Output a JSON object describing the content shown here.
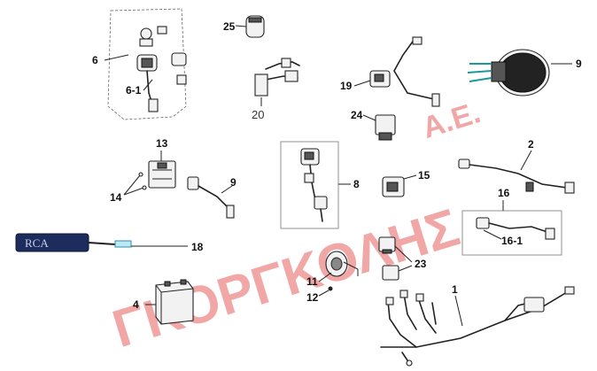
{
  "watermark": {
    "main": "ΓΚΟΡΓΚΟΛΗΣ",
    "suffix": "Α.Ε.",
    "color": "#e23b3b"
  },
  "callouts": {
    "p6": "6",
    "p6_1": "6-1",
    "p25": "25",
    "p20": "20",
    "p19": "19",
    "p24": "24",
    "p9_top": "9",
    "p13": "13",
    "p14": "14",
    "p9_mid": "9",
    "p8": "8",
    "p15": "15",
    "p2": "2",
    "p16": "16",
    "p16_1": "16-1",
    "p18": "18",
    "p23": "23",
    "p11": "11",
    "p12": "12",
    "p4": "4",
    "p1": "1"
  },
  "alarm_label": "RCA",
  "colors": {
    "accent_wire": "#1a9a9a",
    "alarm_body": "#1c2c5c"
  }
}
